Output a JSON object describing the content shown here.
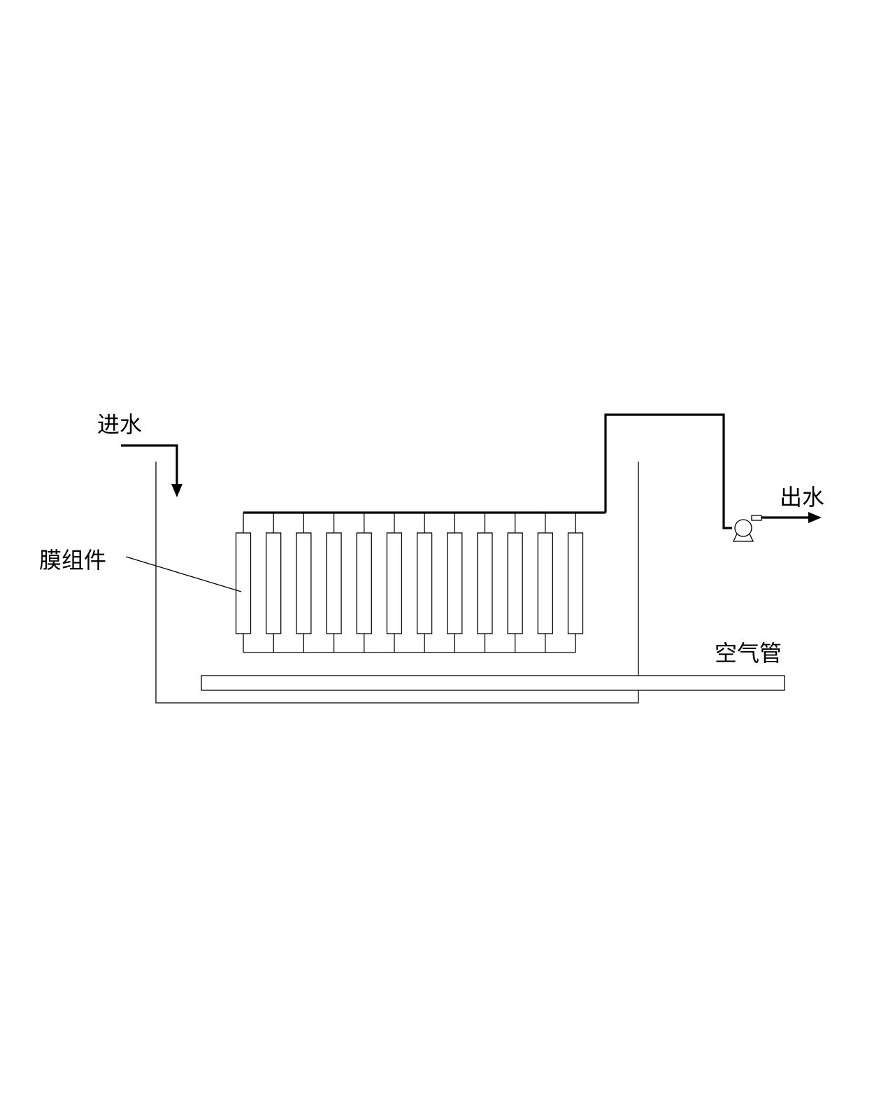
{
  "labels": {
    "inlet": "进水",
    "outlet": "出水",
    "membrane_module": "膜组件",
    "air_pipe": "空气管"
  },
  "membrane": {
    "module_count": 12
  },
  "colors": {
    "stroke": "#000000",
    "background": "#ffffff"
  }
}
